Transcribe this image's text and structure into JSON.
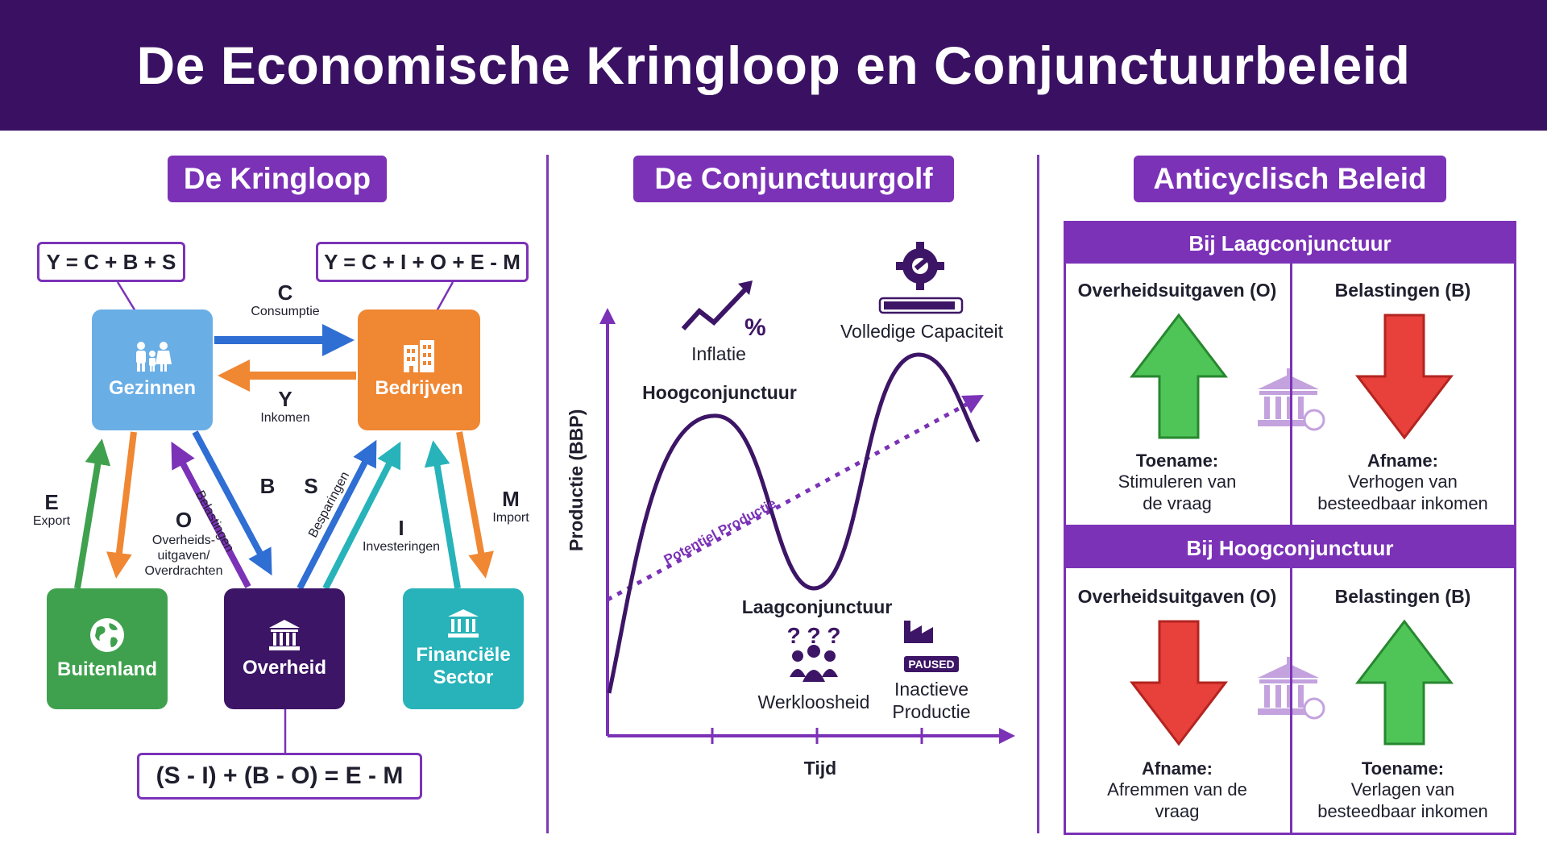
{
  "header": {
    "title": "De Economische Kringloop en Conjunctuurbeleid"
  },
  "kringloop": {
    "title": "De Kringloop",
    "formula_left": "Y = C + B + S",
    "formula_right": "Y = C + I + O + E - M",
    "formula_bottom": "(S - I) + (B - O) = E - M",
    "sectors": {
      "gezinnen": "Gezinnen",
      "bedrijven": "Bedrijven",
      "buitenland": "Buitenland",
      "overheid": "Overheid",
      "financiele_line1": "Financiële",
      "financiele_line2": "Sector"
    },
    "flows": {
      "c_letter": "C",
      "c_label": "Consumptie",
      "y_letter": "Y",
      "y_label": "Inkomen",
      "e_letter": "E",
      "e_label": "Export",
      "o_letter": "O",
      "o_label_1": "Overheids-",
      "o_label_2": "uitgaven/",
      "o_label_3": "Overdrachten",
      "b_letter": "B",
      "b_label": "Belastingen",
      "s_letter": "S",
      "s_label": "Besparingen",
      "i_letter": "I",
      "i_label": "Investeringen",
      "m_letter": "M",
      "m_label": "Import"
    },
    "colors": {
      "gezinnen": "#6aaee6",
      "bedrijven": "#ef8733",
      "buitenland": "#3fa14e",
      "overheid": "#3d1566",
      "financiele": "#27b3b9"
    },
    "icons": [
      "family-icon",
      "building-icon",
      "globe-icon",
      "government-icon",
      "bank-icon"
    ]
  },
  "conjunctuur": {
    "title": "De Conjunctuurgolf",
    "y_axis": "Productie (BBP)",
    "x_axis": "Tijd",
    "trend_label": "Potentiel Productie",
    "hoog_label": "Hoogconjunctuur",
    "laag_label": "Laagconjunctuur",
    "inflatie_label": "Inflatie",
    "capaciteit_label": "Volledige Capaciteit",
    "werkloosheid_label": "Werkloosheid",
    "inactief_line1": "Inactieve",
    "inactief_line2": "Productie",
    "paused_badge": "PAUSED",
    "question_marks": "? ? ?",
    "percent_sign": "%"
  },
  "beleid": {
    "title": "Anticyclisch Beleid",
    "laag": {
      "head": "Bij Laagconjunctuur",
      "col1": "Overheidsuitgaven (O)",
      "col2": "Belastingen (B)",
      "v1_title": "Toename:",
      "v1_l1": "Stimuleren van",
      "v1_l2": "de vraag",
      "v2_title": "Afname:",
      "v2_l1": "Verhogen van",
      "v2_l2": "besteedbaar inkomen"
    },
    "hoog": {
      "head": "Bij Hoogconjunctuur",
      "col1": "Overheidsuitgaven (O)",
      "col2": "Belastingen (B)",
      "v1_title": "Afname:",
      "v1_l1": "Afremmen van de",
      "v1_l2": "vraag",
      "v2_title": "Toename:",
      "v2_l1": "Verlagen van",
      "v2_l2": "besteedbaar inkomen"
    },
    "colors": {
      "up": "#4fc557",
      "down": "#e8403a",
      "accent": "#7b32b7"
    }
  }
}
